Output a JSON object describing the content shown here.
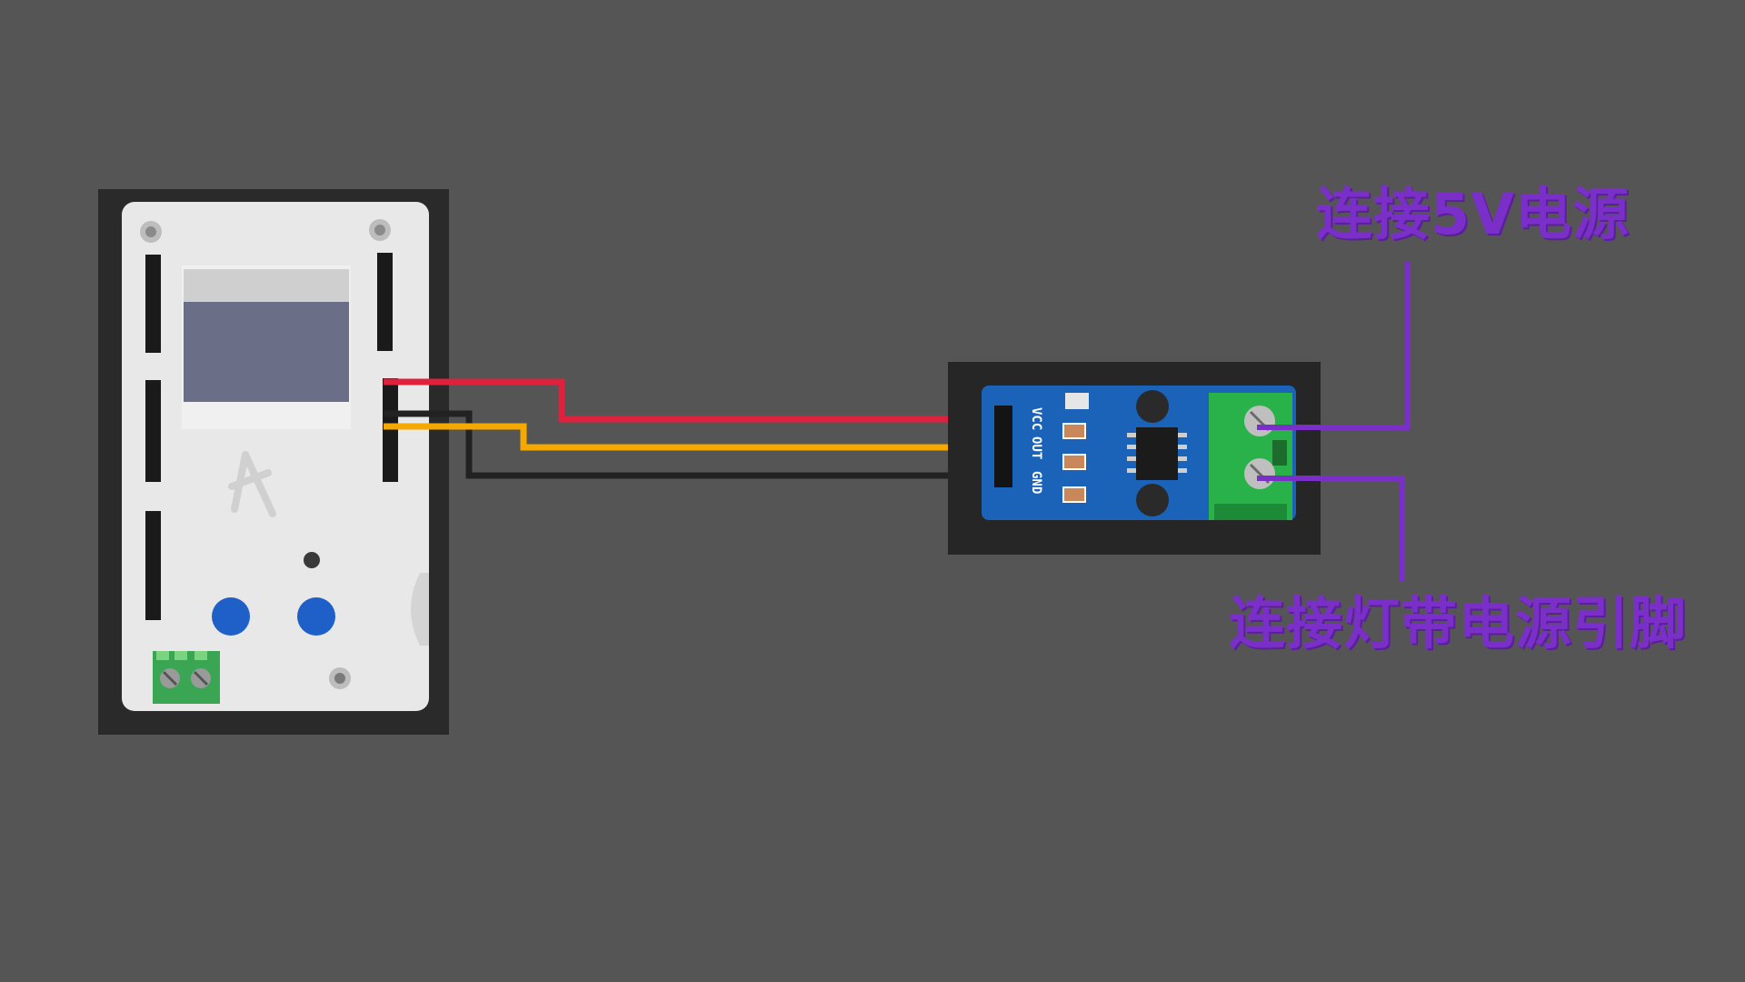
{
  "labels": {
    "connect_5v": "连接5V电源",
    "connect_strip": "连接灯带电源引脚"
  },
  "sensor_pins": [
    "VCC",
    "OUT",
    "GND"
  ],
  "colors": {
    "background": "#555555",
    "annotation": "#7b2fc9",
    "wire_vcc": "#e0213d",
    "wire_out": "#f5a800",
    "wire_gnd": "#222222",
    "pcb": "#1a63b8",
    "terminal": "#29b24a",
    "button": "#1e5fc8"
  },
  "icons": {
    "controller": "controller-board-icon",
    "sensor": "current-sensor-module-icon"
  }
}
